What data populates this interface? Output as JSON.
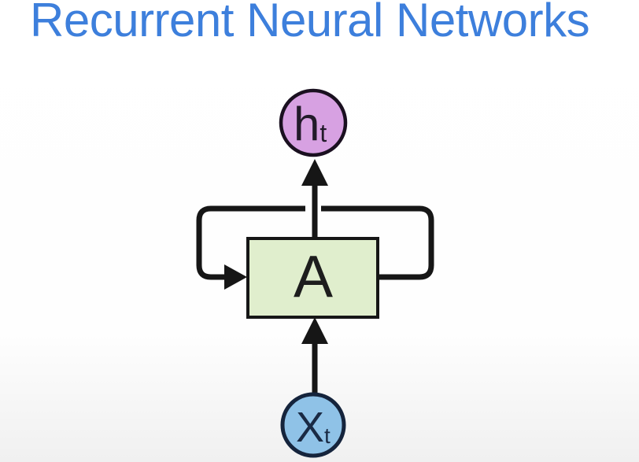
{
  "title": "Recurrent Neural Networks",
  "colors": {
    "title": "#3d7fdc",
    "output_node_fill": "#d7a1e2",
    "cell_fill": "#e0eecd",
    "input_node_fill": "#8fc2e7",
    "arrow_stroke": "#161616",
    "cell_ink": "#1d1d1d",
    "hidden_ink": "#221a2a",
    "input_ink": "#1a2a44"
  },
  "diagram": {
    "output_node": {
      "label": "h",
      "subscript": "t"
    },
    "cell": {
      "label": "A"
    },
    "input_node": {
      "label": "X",
      "subscript": "t"
    }
  }
}
